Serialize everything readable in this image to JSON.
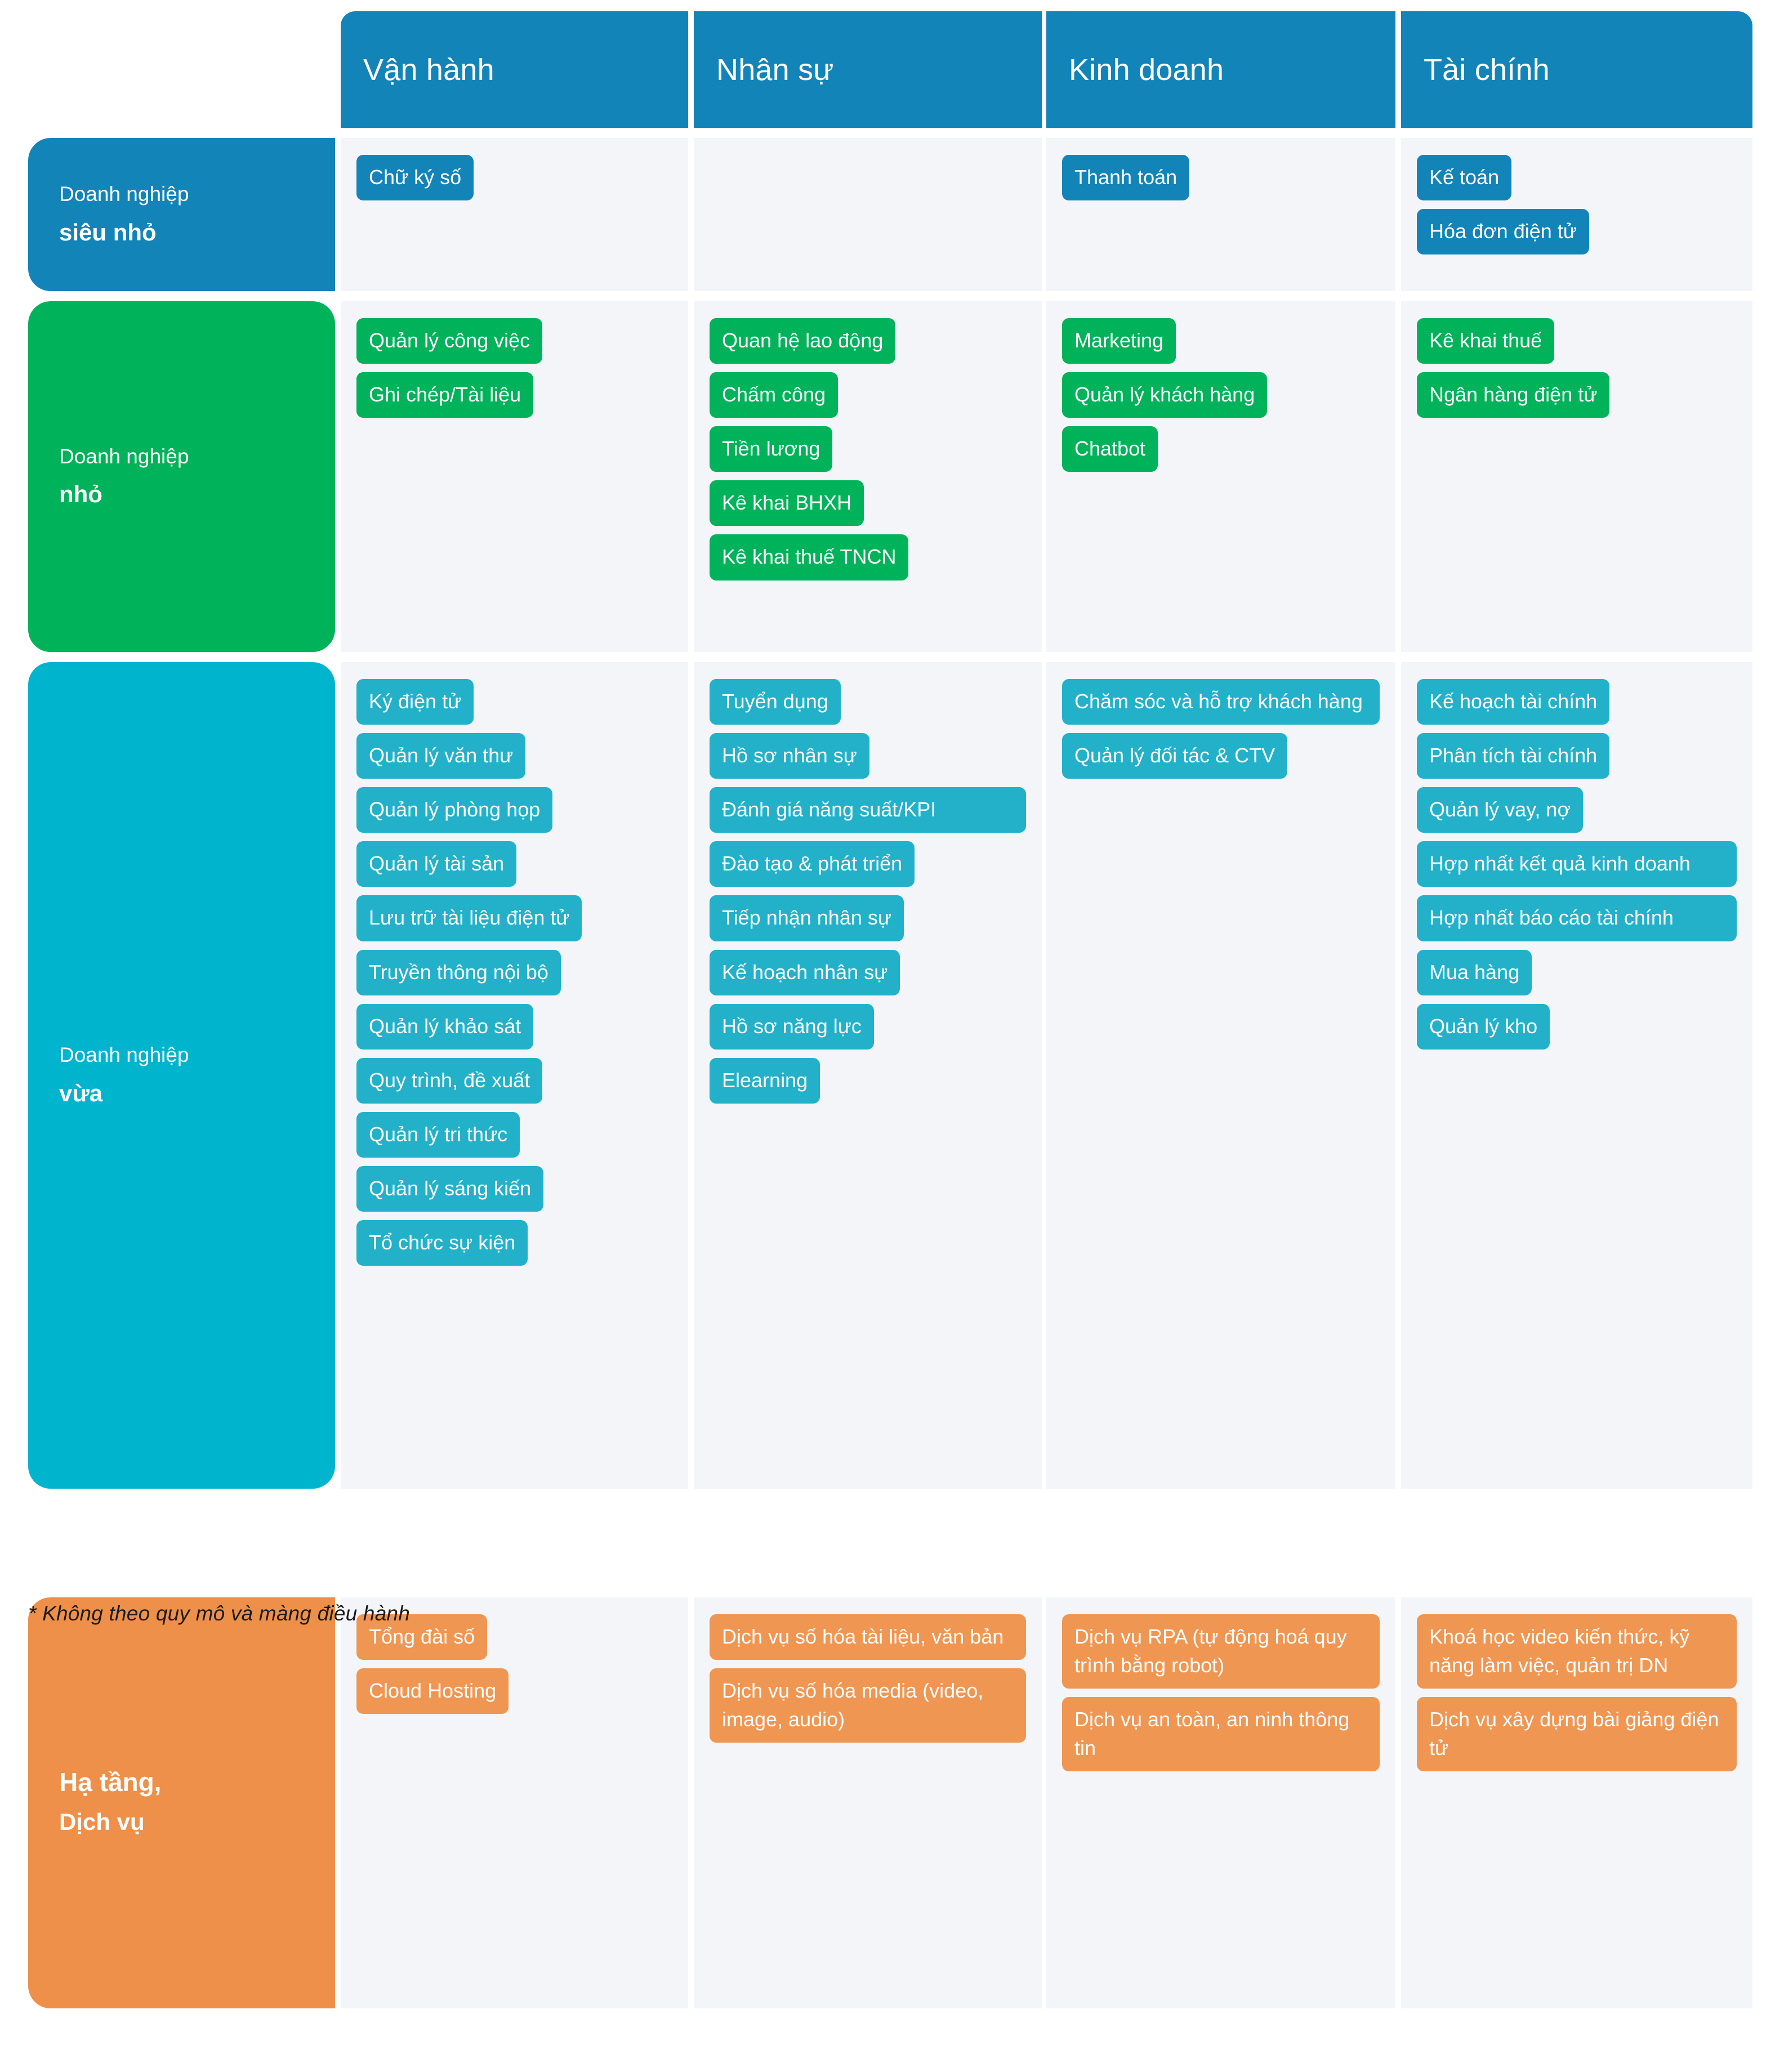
{
  "header": {
    "columns": [
      {
        "label": "Vận hành"
      },
      {
        "label": "Nhân sự"
      },
      {
        "label": "Kinh doanh"
      },
      {
        "label": "Tài chính"
      }
    ]
  },
  "colors": {
    "blue": "#1284b8",
    "green": "#00b259",
    "cyan": "#00b4ce",
    "orange": "#ee9049",
    "cell_background": "#f4f5f8",
    "page_background": "#ffffff"
  },
  "footnote": "* Không theo quy mô và màng điều hành",
  "bands": [
    {
      "label_line1": "Doanh nghiệp",
      "label_line2": "siêu nhỏ",
      "accent": "#1284b8",
      "columns": [
        {
          "items": [
            "Chữ ký số"
          ]
        },
        {
          "items": []
        },
        {
          "items": [
            "Thanh toán"
          ]
        },
        {
          "items": [
            "Kế toán",
            "Hóa đơn điện tử"
          ]
        }
      ]
    },
    {
      "label_line1": "Doanh nghiệp",
      "label_line2": "nhỏ",
      "accent": "#00b259",
      "columns": [
        {
          "items": [
            "Quản lý công việc",
            "Ghi chép/Tài liệu"
          ]
        },
        {
          "items": [
            "Quan hệ lao động",
            "Chấm công",
            "Tiền lương",
            "Kê khai BHXH",
            "Kê khai thuế TNCN"
          ]
        },
        {
          "items": [
            "Marketing",
            "Quản lý khách hàng",
            "Chatbot"
          ]
        },
        {
          "items": [
            "Kê khai thuế",
            "Ngân hàng điện tử"
          ]
        }
      ]
    },
    {
      "label_line1": "Doanh nghiệp",
      "label_line2": "vừa",
      "accent": "#00b4ce",
      "columns": [
        {
          "items": [
            "Ký điện tử",
            "Quản lý văn thư",
            "Quản lý phòng họp",
            "Quản lý tài sản",
            "Lưu trữ tài liệu điện tử",
            "Truyền thông nội bộ",
            "Quản lý khảo sát",
            "Quy trình, đề xuất",
            "Quản lý tri thức",
            "Quản lý sáng kiến",
            "Tổ chức sự kiện"
          ]
        },
        {
          "items": [
            "Tuyển dụng",
            "Hồ sơ nhân sự",
            "Đánh giá năng suất/KPI",
            "Đào tạo & phát triển",
            "Tiếp nhận nhân sự",
            "Kế hoạch nhân sự",
            "Hồ sơ năng lực",
            "Elearning"
          ]
        },
        {
          "items": [
            "Chăm sóc và hỗ trợ khách hàng",
            "Quản lý đối tác & CTV"
          ]
        },
        {
          "items": [
            "Kế hoạch tài chính",
            "Phân tích tài chính",
            "Quản lý vay, nợ",
            "Hợp nhất kết quả kinh doanh",
            "Hợp nhất báo cáo tài chính",
            "Mua hàng",
            "Quản lý kho"
          ]
        }
      ]
    },
    {
      "label_line1": "Hạ tầng,",
      "label_line2": "Dịch vụ",
      "accent": "#ee9049",
      "columns": [
        {
          "items": [
            "Tổng đài số",
            "Cloud Hosting"
          ]
        },
        {
          "items": [
            "Dịch vụ số hóa tài liệu, văn bản",
            "Dịch vụ số hóa media (video, image, audio)"
          ]
        },
        {
          "items": [
            "Dịch vụ RPA (tự động hoá quy trình bằng robot)",
            "Dịch vụ an toàn, an ninh thông tin"
          ]
        },
        {
          "items": [
            "Khoá học video kiến thức, kỹ năng làm việc, quản trị DN",
            "Dịch vụ xây dựng bài giảng điện tử"
          ]
        }
      ]
    }
  ]
}
